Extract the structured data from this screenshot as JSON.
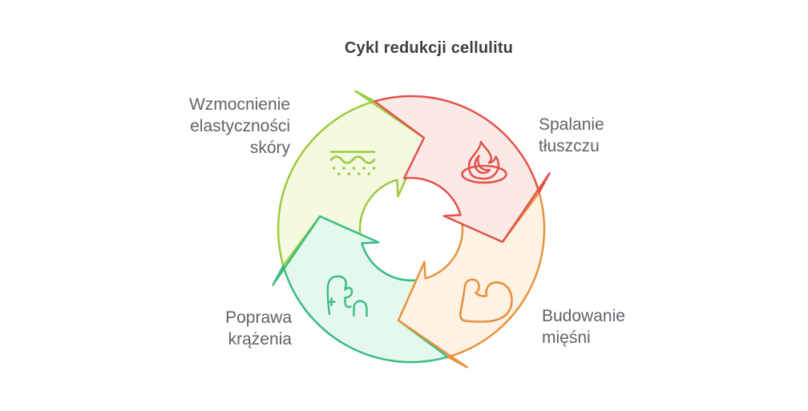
{
  "title": "Cykl redukcji cellulitu",
  "theme": {
    "background": "#FFFFFF",
    "title_color": "#3C4043",
    "text_color": "#5F6368"
  },
  "segments": [
    {
      "id": "skin",
      "label": "Wzmocnienie elastyczności skóry",
      "icon": "skin-layers-icon",
      "stroke": "#9CCB3F",
      "fill": "#F4F9E0"
    },
    {
      "id": "fat",
      "label": "Spalanie tłuszczu",
      "icon": "flame-icon",
      "stroke": "#E1534B",
      "fill": "#FBE9E7"
    },
    {
      "id": "muscle",
      "label": "Budowanie mięśni",
      "icon": "flexed-bicep-icon",
      "stroke": "#E8923E",
      "fill": "#FDF2E4"
    },
    {
      "id": "circulation",
      "label": "Poprawa krążenia",
      "icon": "circulation-organ-icon",
      "stroke": "#3BBC7F",
      "fill": "#E5F8EE"
    }
  ]
}
